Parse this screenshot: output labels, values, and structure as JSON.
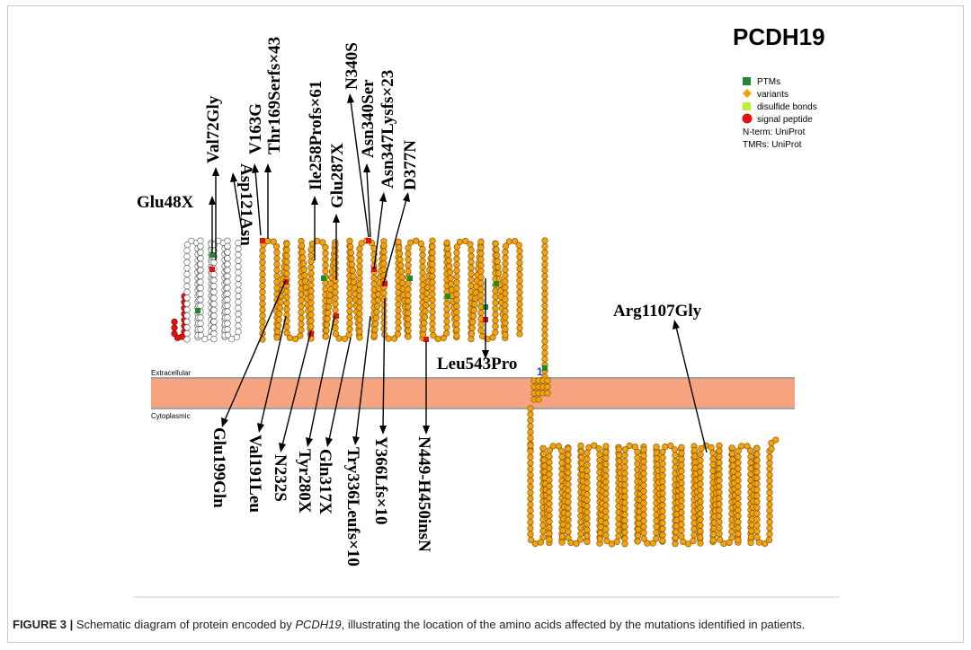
{
  "diagram": {
    "title": "PCDH19",
    "legend": [
      {
        "label": "PTMs",
        "color": "#1e8a2e",
        "shape": "square"
      },
      {
        "label": "variants",
        "color": "#f2a20a",
        "shape": "diamond"
      },
      {
        "label": "disulfide bonds",
        "color": "#b8f03a",
        "shape": "square"
      },
      {
        "label": "signal peptide",
        "color": "#e2120e",
        "shape": "circle"
      }
    ],
    "source_notes": [
      "N-term: UniProt",
      "TMRs: UniProt"
    ],
    "regions": {
      "extracellular": "Extracellular",
      "cytoplasmic": "Cytoplasmic"
    },
    "tmr_number": "1",
    "membrane_color": "#f6a37f",
    "residue_color": "#f2a20a",
    "signal_color": "#e2120e",
    "nterm_residue_color": "#ffffff",
    "mutations_top": [
      "Glu48X",
      "Val72Gly",
      "Asp121Asn",
      "V163G",
      "Thr169Serfs×43",
      "Ile258Profs×61",
      "Glu287X",
      "N340S",
      "Asn340Ser",
      "Asn347Lysfs×23",
      "D377N"
    ],
    "mutations_right": [
      "Leu543Pro",
      "Arg1107Gly"
    ],
    "mutations_bottom": [
      "Glu199Gln",
      "Val191Leu",
      "N232S",
      "Tyr280X",
      "Gln317X",
      "Try336Leufs×10",
      "Y366Lfs×10",
      "N449-H450insN"
    ]
  },
  "caption": {
    "label": "FIGURE 3 |",
    "text_before": " Schematic diagram of protein encoded by ",
    "gene": "PCDH19",
    "text_after": ", illustrating the location of the amino acids affected by the mutations identified in patients."
  }
}
